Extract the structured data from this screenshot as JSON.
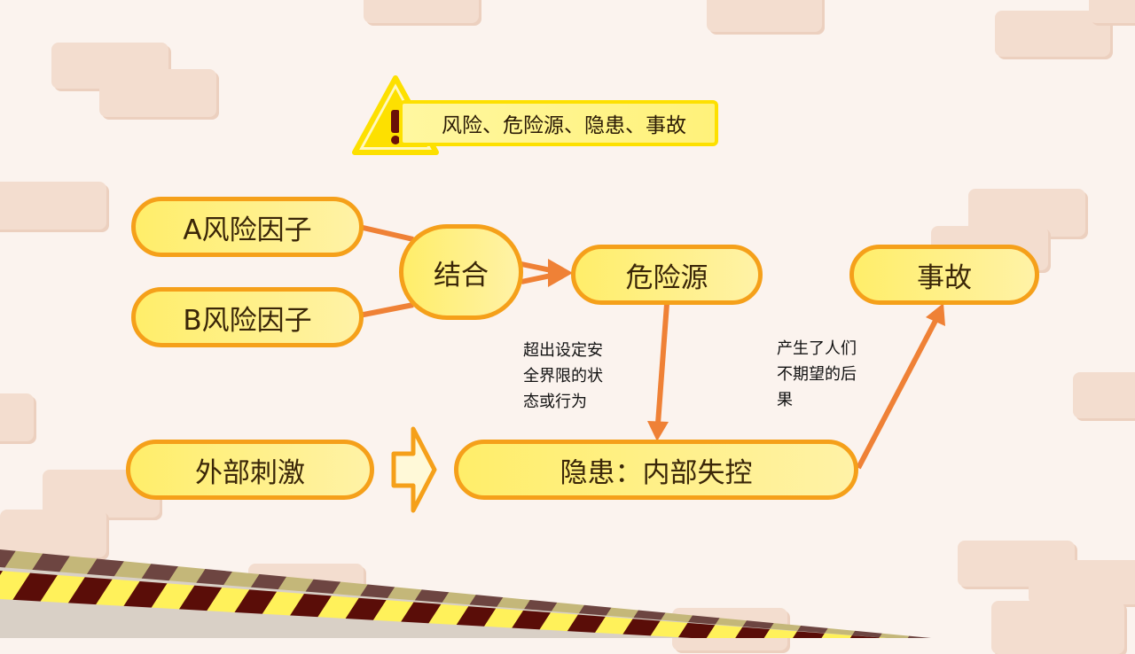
{
  "title": "风险、危险源、隐患、事故",
  "nodes": {
    "risk_a": "A风险因子",
    "risk_b": "B风险因子",
    "combine": "结合",
    "hazard_source": "危险源",
    "accident": "事故",
    "external": "外部刺激",
    "hidden_danger": "隐患：内部失控"
  },
  "notes": {
    "hazard_to_danger": "超出设定安\n全界限的状\n态或行为",
    "danger_to_accident": "产生了人们\n不期望的后\n果"
  },
  "icons": {
    "warning": "warning-triangle-icon",
    "hollow_arrow": "hollow-right-arrow-icon"
  },
  "colors": {
    "background": "#fbf3ee",
    "pill_border": "#f5a01a",
    "arrow": "#ef8136",
    "warning_fill": "#fde000",
    "tape_dark": "#5a0d08",
    "tape_light": "#fff15a"
  }
}
